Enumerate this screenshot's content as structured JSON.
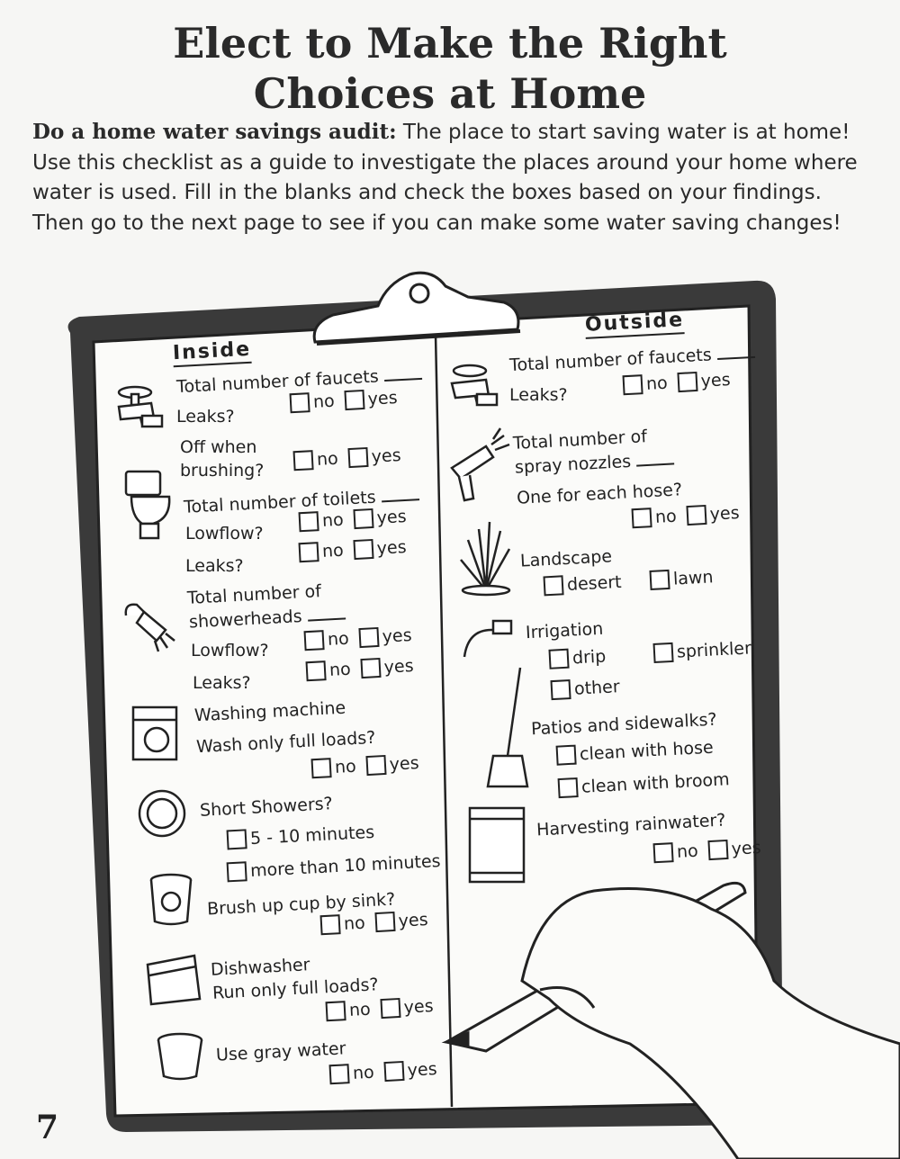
{
  "title": {
    "line1": "Elect to Make the Right",
    "line2": "Choices at Home"
  },
  "intro": {
    "lead": "Do a home water savings audit:",
    "body": "The place to start saving water is at home! Use this checklist as a guide to investigate the places around your home where water is used. Fill in the blanks and check the boxes based on your findings. Then go to the next page to see if you can make some water saving changes!"
  },
  "inside": {
    "heading": "Inside",
    "faucets_total": "Total number of faucets",
    "faucets_leaks": "Leaks?",
    "off_brushing_1": "Off when",
    "off_brushing_2": "brushing?",
    "toilets_total": "Total number of toilets",
    "toilets_lowflow": "Lowflow?",
    "toilets_leaks": "Leaks?",
    "shower_total_1": "Total number of",
    "shower_total_2": "showerheads",
    "shower_lowflow": "Lowflow?",
    "shower_leaks": "Leaks?",
    "washing_machine": "Washing machine",
    "wash_full": "Wash only full loads?",
    "short_showers": "Short Showers?",
    "short_opt1": "5 - 10 minutes",
    "short_opt2": "more than 10 minutes",
    "brush_cup": "Brush up cup by sink?",
    "dishwasher": "Dishwasher",
    "dish_full": "Run only full loads?",
    "gray_water": "Use gray water"
  },
  "outside": {
    "heading": "Outside",
    "faucets_total": "Total number of faucets",
    "faucets_leaks": "Leaks?",
    "nozzles_1": "Total number of",
    "nozzles_2": "spray nozzles",
    "one_each": "One for each hose?",
    "landscape": "Landscape",
    "desert": "desert",
    "lawn": "lawn",
    "irrigation": "Irrigation",
    "drip": "drip",
    "sprinkler": "sprinkler",
    "other": "other",
    "patios": "Patios and sidewalks?",
    "clean_hose": "clean with hose",
    "clean_broom": "clean with broom",
    "rainwater": "Harvesting rainwater?"
  },
  "labels": {
    "no": "no",
    "yes": "yes"
  },
  "page_number": "7",
  "icons": [
    "faucet-icon",
    "toilet-icon",
    "showerhead-icon",
    "washing-machine-icon",
    "badge-icon",
    "cup-icon",
    "dishwasher-icon",
    "bucket-icon",
    "spray-nozzle-icon",
    "plant-icon",
    "hose-icon",
    "broom-icon",
    "rain-barrel-icon",
    "hand-with-pencil-icon"
  ]
}
